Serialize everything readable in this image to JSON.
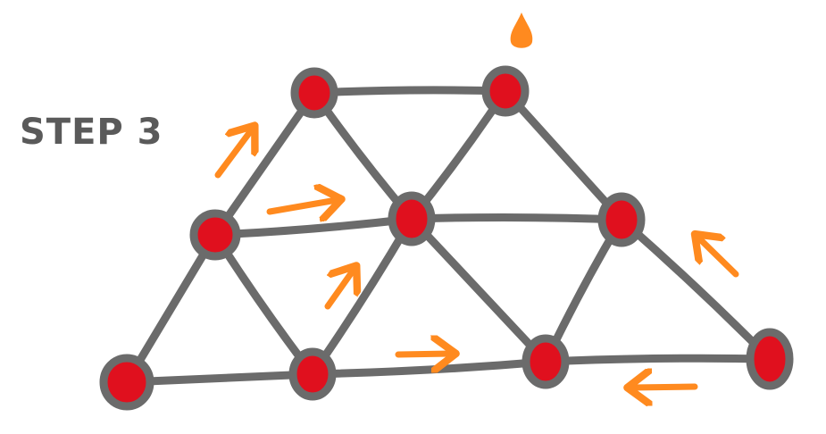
{
  "title": "STEP 3",
  "colors": {
    "node_fill": "#e0101e",
    "node_stroke": "#6b6b6b",
    "edge": "#6b6b6b",
    "arrow": "#ff8a1f",
    "text": "#5a5a5a"
  },
  "nodes": [
    {
      "id": "top-left"
    },
    {
      "id": "top-right"
    },
    {
      "id": "mid-left"
    },
    {
      "id": "center"
    },
    {
      "id": "mid-right"
    },
    {
      "id": "bottom-left"
    },
    {
      "id": "bottom-mid-left"
    },
    {
      "id": "bottom-mid-right"
    },
    {
      "id": "bottom-right"
    }
  ],
  "edges": [
    [
      "top-left",
      "top-right"
    ],
    [
      "top-left",
      "mid-left"
    ],
    [
      "top-left",
      "center"
    ],
    [
      "top-right",
      "center"
    ],
    [
      "top-right",
      "mid-right"
    ],
    [
      "mid-left",
      "center"
    ],
    [
      "center",
      "mid-right"
    ],
    [
      "mid-left",
      "bottom-left"
    ],
    [
      "mid-left",
      "bottom-mid-left"
    ],
    [
      "center",
      "bottom-mid-left"
    ],
    [
      "center",
      "bottom-mid-right"
    ],
    [
      "mid-right",
      "bottom-mid-right"
    ],
    [
      "mid-right",
      "bottom-right"
    ],
    [
      "bottom-left",
      "bottom-mid-left"
    ],
    [
      "bottom-mid-left",
      "bottom-mid-right"
    ],
    [
      "bottom-mid-right",
      "bottom-right"
    ]
  ],
  "arrows": [
    {
      "name": "arrow-up-left-edge"
    },
    {
      "name": "arrow-right-upper-interior"
    },
    {
      "name": "arrow-up-lower-interior"
    },
    {
      "name": "arrow-right-bottom-interior"
    },
    {
      "name": "arrow-up-right-edge"
    },
    {
      "name": "arrow-left-bottom-edge"
    }
  ],
  "drop_marker": {
    "icon": "drop-icon"
  }
}
